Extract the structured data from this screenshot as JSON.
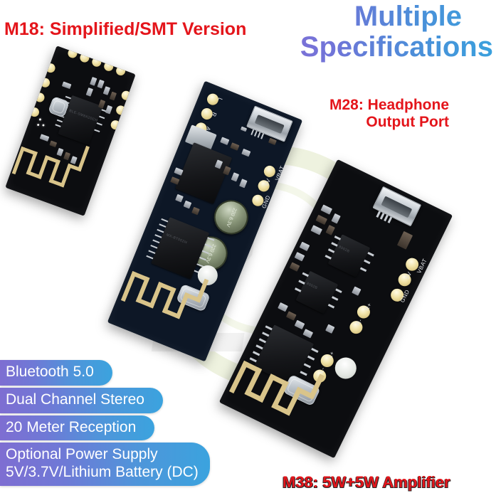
{
  "headings": {
    "m18": "M18: Simplified/SMT Version",
    "m28_line1": "M28: Headphone",
    "m28_line2": "Output Port",
    "m38": "M38: 5W+5W Amplifier",
    "spec_line1": "Multiple",
    "spec_line2": "Specifications"
  },
  "features": [
    {
      "text": "Bluetooth 5.0"
    },
    {
      "text": "Dual Channel Stereo"
    },
    {
      "text": "20 Meter Reception"
    },
    {
      "text": "Optional Power Supply 5V/3.7V/Lithium Battery (DC)"
    }
  ],
  "features_flat": {
    "f0": "Bluetooth 5.0",
    "f1": "Dual Channel Stereo",
    "f2": "20 Meter Reception",
    "f3_line1": "Optional Power Supply",
    "f3_line2": "5V/3.7V/Lithium Battery (DC)"
  },
  "boards": {
    "m18": {
      "name": "M18 module",
      "silkscreen": [],
      "chip_mark": "BLE-SM8X20CH"
    },
    "m28": {
      "name": "M28 module",
      "silk_left": [
        "L",
        "R",
        "AGND"
      ],
      "silk_right": [
        "VBAT",
        "5V",
        "GND"
      ],
      "capacitor_label": "220 6.3V",
      "chip_mark": "MX-BT002H"
    },
    "m38": {
      "name": "M38 amplifier module",
      "silk_power": [
        "VBAT",
        "5V",
        "GND"
      ],
      "silk_out": [
        "R+",
        "R-",
        "L+",
        "L-"
      ],
      "amp_mark": "8002B"
    }
  },
  "watermark": {
    "letter": "Z"
  },
  "colors": {
    "red": "#e4151b",
    "badge_start": "#7e6ed2",
    "badge_end": "#3ba3de",
    "title_start": "#8b6fd6",
    "title_end": "#3aa0dd",
    "pcb_black": "#0c0d10",
    "pcb_blue": "#0d1726",
    "gold": "#d9c48a",
    "background": "#ffffff"
  }
}
